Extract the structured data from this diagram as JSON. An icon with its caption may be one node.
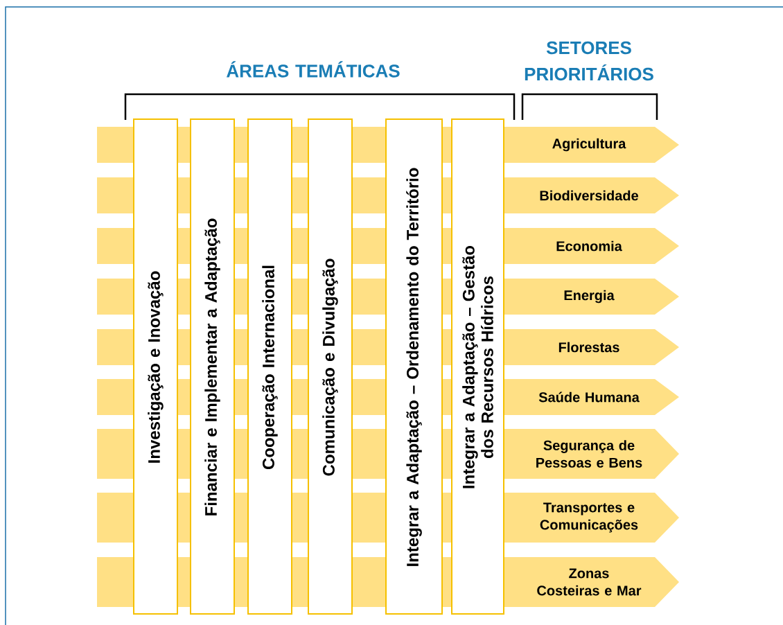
{
  "diagram": {
    "nodes": [
      {
        "text": [
          "Investigação e Inovação"
        ]
      },
      {
        "text": [
          "Financiar e Implementar a Adaptação"
        ]
      },
      {
        "text": [
          "Cooperação Internacional"
        ]
      },
      {
        "text": [
          "Comunicação e Divulgação"
        ]
      },
      {
        "text": [
          "Integrar a Adaptação – Ordenamento do Território"
        ]
      },
      {
        "text": [
          "Integrar a Adaptação – Gestão dos Recursos Hídricos"
        ]
      },
      {
        "text": [
          "Agricultura"
        ]
      },
      {
        "text": [
          "Biodiversidade"
        ]
      },
      {
        "text": [
          "Economia"
        ]
      },
      {
        "text": [
          "Energia"
        ]
      },
      {
        "text": [
          "Florestas"
        ]
      },
      {
        "text": [
          "Saúde Humana"
        ]
      },
      {
        "text": [
          "Segurança de Pessoas e Bens"
        ]
      },
      {
        "text": [
          "Transportes e Comunicações"
        ]
      },
      {
        "text": [
          "Zonas Costeiras e Mar"
        ]
      }
    ],
    "labels": [
      "ÁREAS TEMÁTICAS",
      "SETORES PRIORITÁRIOS"
    ]
  }
}
